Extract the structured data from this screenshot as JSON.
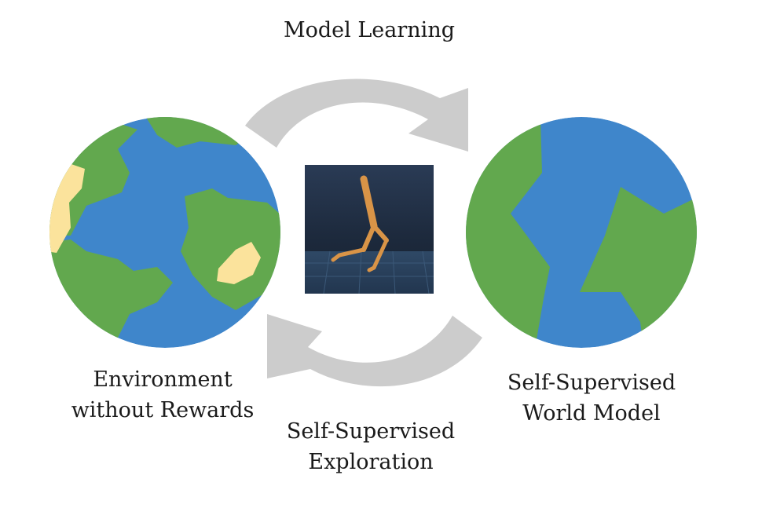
{
  "diagram": {
    "top_label": "Model Learning",
    "left_label_line1": "Environment",
    "left_label_line2": "without Rewards",
    "right_label_line1": "Self-Supervised",
    "right_label_line2": "World Model",
    "bottom_label_line1": "Self-Supervised",
    "bottom_label_line2": "Exploration"
  },
  "colors": {
    "ocean": "#3f86cb",
    "land": "#62a84e",
    "sand": "#fbe39c",
    "arrow": "#cccccc",
    "sim_bg": "#1e2c40",
    "walker": "#d99447"
  },
  "icons": {
    "left_globe": "earth-globe-icon",
    "right_globe": "simplified-world-globe-icon",
    "center_image": "walker-robot-simulation-image"
  }
}
